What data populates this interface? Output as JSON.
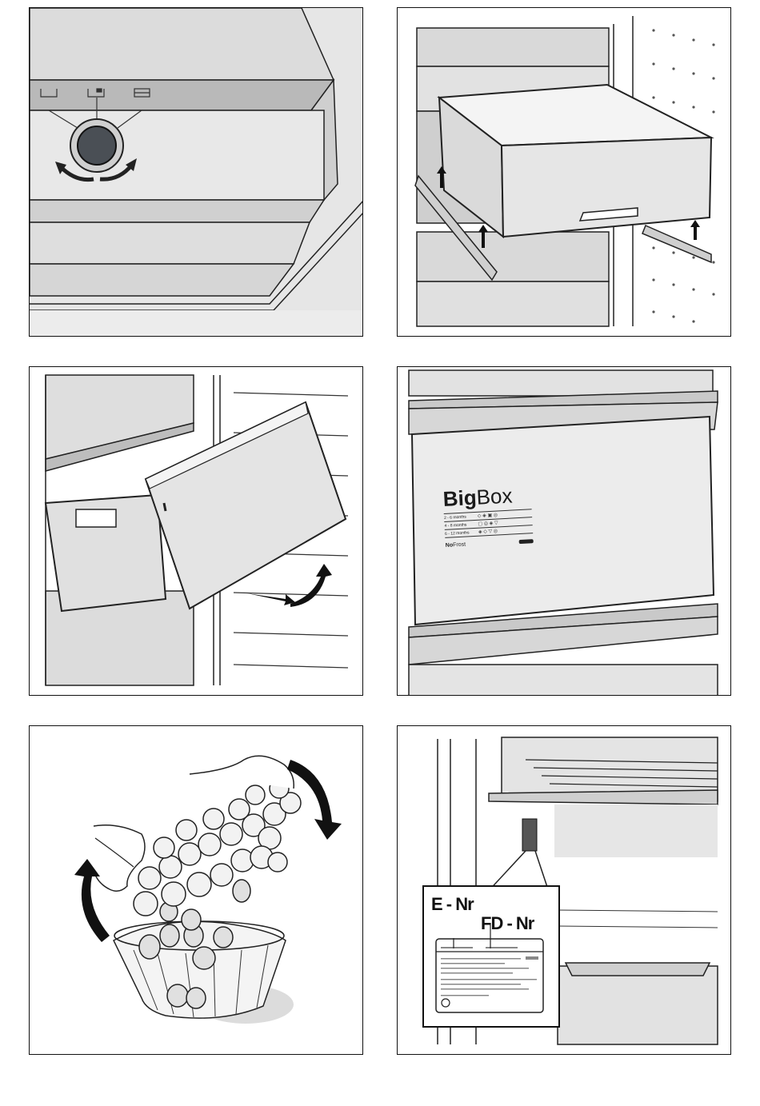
{
  "panels": [
    {
      "id": "dial-control"
    },
    {
      "id": "drawer-rails"
    },
    {
      "id": "drawer-removal"
    },
    {
      "id": "bigbox-drawer"
    },
    {
      "id": "ice-tray"
    },
    {
      "id": "rating-plate"
    }
  ],
  "bigbox": {
    "brand_bold": "Big",
    "brand_light": "Box",
    "rows": [
      "2 - 6 months",
      "4 - 8 months",
      "6 - 12 months"
    ],
    "nofrost_bold": "No",
    "nofrost_light": "Frost"
  },
  "rating_plate": {
    "e_nr": "E - Nr",
    "fd_nr": "FD - Nr"
  }
}
